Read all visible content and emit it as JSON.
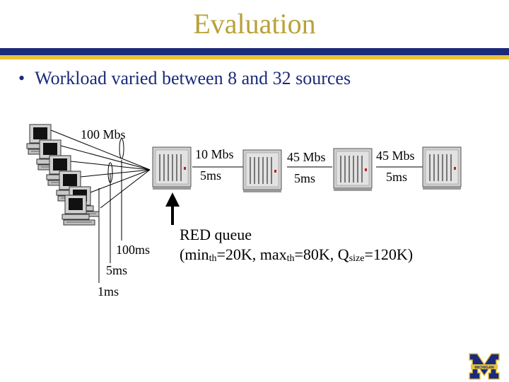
{
  "title": "Evaluation",
  "bullet": "Workload varied between 8 and 32 sources",
  "labels": {
    "access_bw": "100 Mbs",
    "link1_bw": "10 Mbs",
    "link1_delay": "5ms",
    "link2_bw": "45 Mbs",
    "link2_delay": "5ms",
    "link3_bw": "45 Mbs",
    "link3_delay": "5ms",
    "delay_100": "100ms",
    "delay_5": "5ms",
    "delay_1": "1ms"
  },
  "red_queue": {
    "line1": "RED queue",
    "open": "(min",
    "th1": "th",
    "min_val": "=20K, max",
    "th2": "th",
    "max_val": "=80K, Q",
    "size": "size",
    "close": "=120K)"
  },
  "logo_text": "MICHIGAN",
  "colors": {
    "title": "#b8a238",
    "bar_blue": "#1a2a7a",
    "bar_gold": "#e8c23a"
  }
}
